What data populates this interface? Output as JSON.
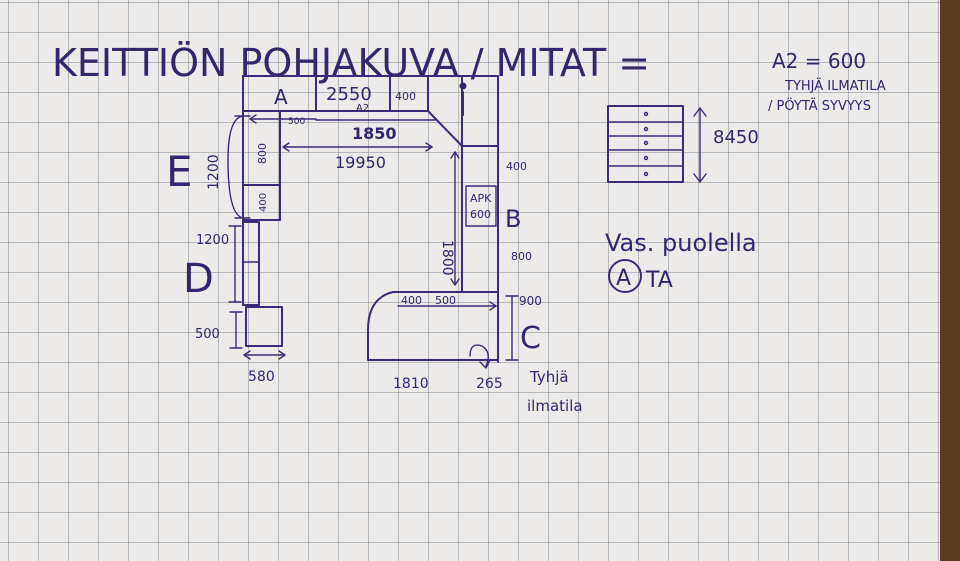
{
  "title": "KEITTIÖN POHJAKUVA / MITAT =",
  "notes": {
    "a2": "A2 = 600",
    "line2": "TYHJÄ ILMATILA",
    "line3": "/ PÖYTÄ SYVYYS",
    "side": "Vas. puolella",
    "circled": "A",
    "ta": "TA",
    "fridge_dim": "8450"
  },
  "labels": {
    "A": "A",
    "B": "B",
    "C": "C",
    "D": "D",
    "E": "E",
    "apk": "APK",
    "apk_val": "600",
    "a2": "A2",
    "tyhja1": "Tyhjä",
    "tyhja2": "ilmatila"
  },
  "dims": {
    "d2550": "2550",
    "d400_top": "400",
    "d500_top": "500",
    "d1850": "1850",
    "d19950": "19950",
    "d800_v": "800",
    "d400_v": "400",
    "d1200_e": "1200",
    "d1200_d": "1200",
    "d500_d": "500",
    "d580": "580",
    "d1800": "1800",
    "d400_b": "400",
    "d800_b": "800",
    "d400_c": "400",
    "d500_c": "500",
    "d900": "900",
    "d1810": "1810",
    "d265": "265"
  }
}
